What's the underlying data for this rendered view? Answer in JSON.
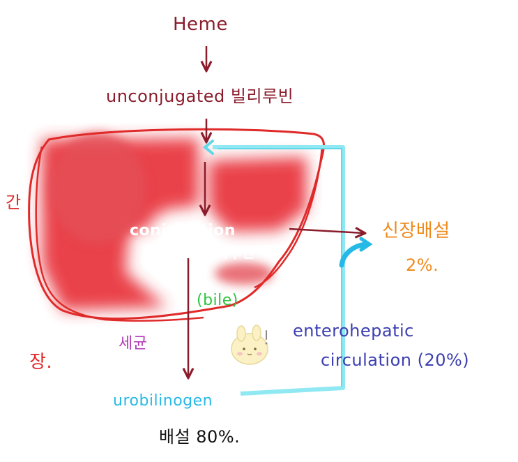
{
  "labels": {
    "heme": "Heme",
    "unconjugated": "unconjugated 빌리루빈",
    "conjugation_line1": "conjugation",
    "conjugation_line2": "빌리루빈",
    "bile": "(bile)",
    "liver": "간",
    "gut": "장.",
    "bacteria": "세균",
    "urobilinogen": "urobilinogen",
    "fecal_excretion": "배설 80%.",
    "renal_excretion": "신장배설",
    "renal_percent": "2%.",
    "ehc_line1": "enterohepatic",
    "ehc_line2": "circulation (20%)"
  },
  "colors": {
    "dark_red": "#8a1c2b",
    "liver_red": "#e02a2a",
    "bile_green": "#2fc43f",
    "bacteria_purple": "#b23ab8",
    "cyan": "#27b9e6",
    "cyan_light": "#8fe8f2",
    "orange": "#f08a1c",
    "blue": "#3b3fb0",
    "black": "#111111"
  },
  "icons": [
    "bunny-mascot-icon"
  ]
}
